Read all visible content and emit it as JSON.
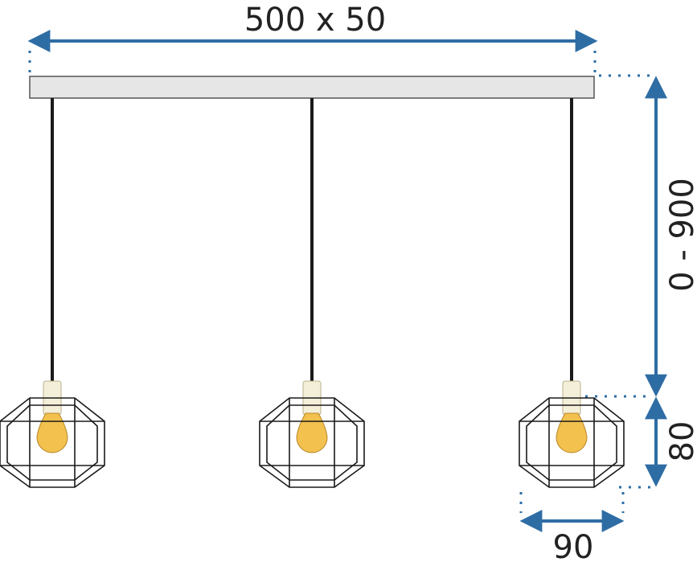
{
  "dimensions": {
    "width_label": "500 x 50",
    "drop_label": "0 - 900",
    "shade_height_label": "80",
    "shade_width_label": "90"
  },
  "colors": {
    "dimension_line": "#2E6DA4",
    "canopy_fill": "#E6E6E6",
    "cable": "#1A1A1A",
    "socket": "#F4EFD8",
    "bulb": "#F2C14E",
    "cage": "#1A1A1A"
  },
  "lamps": [
    {
      "name": "pendant-left"
    },
    {
      "name": "pendant-center"
    },
    {
      "name": "pendant-right"
    }
  ]
}
